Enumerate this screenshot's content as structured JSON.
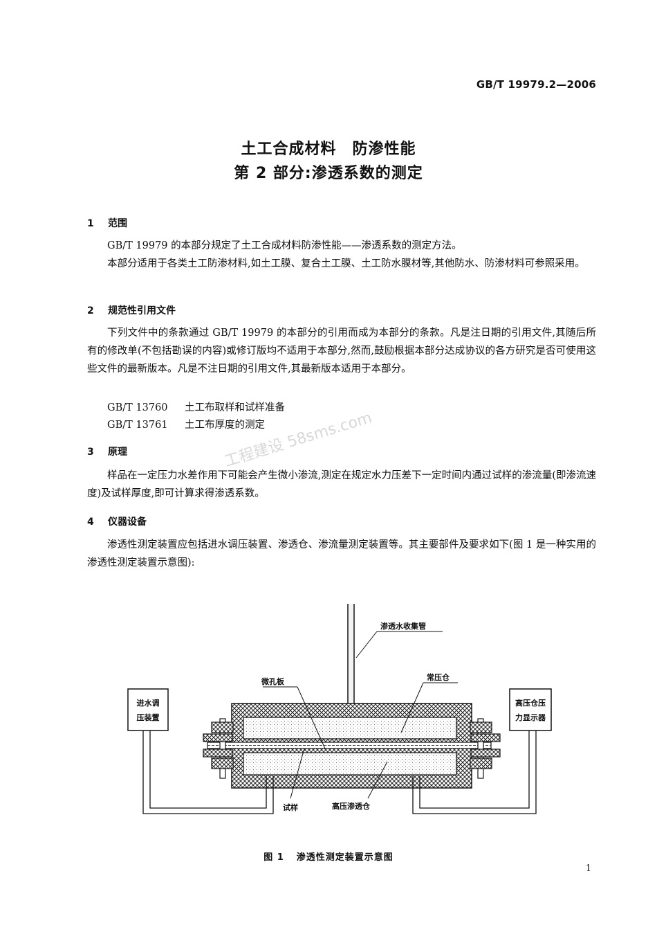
{
  "header": {
    "std_code": "GB/T 19979.2—2006"
  },
  "title": {
    "line1": "土工合成材料　防渗性能",
    "line2": "第 2 部分:渗透系数的测定"
  },
  "sections": {
    "s1": {
      "num": "1",
      "heading": "范围",
      "p1": "GB/T 19979 的本部分规定了土工合成材料防渗性能——渗透系数的测定方法。",
      "p2": "本部分适用于各类土工防渗材料,如土工膜、复合土工膜、土工防水膜材等,其他防水、防渗材料可参照采用。"
    },
    "s2": {
      "num": "2",
      "heading": "规范性引用文件",
      "p1": "下列文件中的条款通过 GB/T 19979 的本部分的引用而成为本部分的条款。凡是注日期的引用文件,其随后所有的修改单(不包括勘误的内容)或修订版均不适用于本部分,然而,鼓励根据本部分达成协议的各方研究是否可使用这些文件的最新版本。凡是不注日期的引用文件,其最新版本适用于本部分。",
      "refs": [
        {
          "code": "GB/T 13760",
          "title": "土工布取样和试样准备"
        },
        {
          "code": "GB/T 13761",
          "title": "土工布厚度的测定"
        }
      ]
    },
    "s3": {
      "num": "3",
      "heading": "原理",
      "p1": "样品在一定压力水差作用下可能会产生微小渗流,测定在规定水力压差下一定时间内通过试样的渗流量(即渗流速度)及试样厚度,即可计算求得渗透系数。"
    },
    "s4": {
      "num": "4",
      "heading": "仪器设备",
      "p1": "渗透性测定装置应包括进水调压装置、渗透仓、渗流量测定装置等。其主要部件及要求如下(图 1 是一种实用的渗透性测定装置示意图):"
    }
  },
  "figure": {
    "labels": {
      "collect_tube": "渗透水收集管",
      "atm_chamber": "常压仓",
      "porous_plate": "微孔板",
      "inlet_line1": "进水调",
      "inlet_line2": "压装置",
      "display_line1": "高压仓压",
      "display_line2": "力显示器",
      "specimen": "试样",
      "hp_chamber": "高压渗透仓"
    },
    "caption_num": "图 1",
    "caption_text": "渗透性测定装置示意图"
  },
  "watermark": "工程建设 58sms.com",
  "page_number": "1"
}
